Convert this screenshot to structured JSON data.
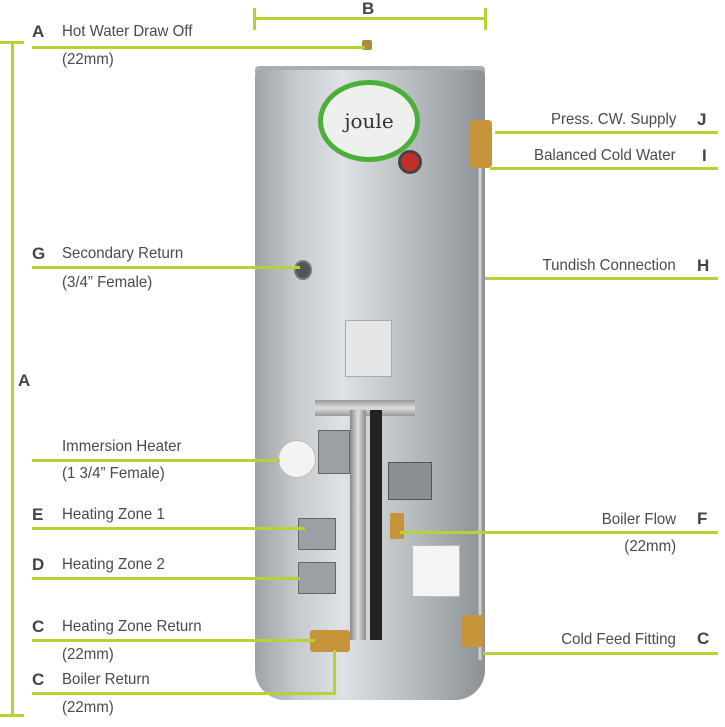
{
  "dimension_label_top": "B",
  "dimension_label_side": "A",
  "logo_text": "joule",
  "colors": {
    "line": "#b5d334",
    "text": "#4a4a4a",
    "cylinder": "#c6cacd",
    "brass": "#c8943a"
  },
  "left_labels": [
    {
      "letter": "A",
      "name": "Hot Water Draw Off",
      "detail": "(22mm)"
    },
    {
      "letter": "G",
      "name": "Secondary Return",
      "detail": "(3/4” Female)"
    },
    {
      "letter": "",
      "name": "Immersion Heater",
      "detail": "(1 3/4” Female)"
    },
    {
      "letter": "E",
      "name": "Heating Zone 1",
      "detail": ""
    },
    {
      "letter": "D",
      "name": "Heating Zone 2",
      "detail": ""
    },
    {
      "letter": "C",
      "name": "Heating Zone Return",
      "detail": "(22mm)"
    },
    {
      "letter": "C",
      "name": "Boiler Return",
      "detail": "(22mm)"
    }
  ],
  "right_labels": [
    {
      "letter": "J",
      "name": "Press. CW. Supply",
      "detail": ""
    },
    {
      "letter": "I",
      "name": "Balanced Cold Water",
      "detail": ""
    },
    {
      "letter": "H",
      "name": "Tundish Connection",
      "detail": ""
    },
    {
      "letter": "F",
      "name": "Boiler Flow",
      "detail": "(22mm)"
    },
    {
      "letter": "C",
      "name": "Cold Feed Fitting",
      "detail": ""
    }
  ]
}
